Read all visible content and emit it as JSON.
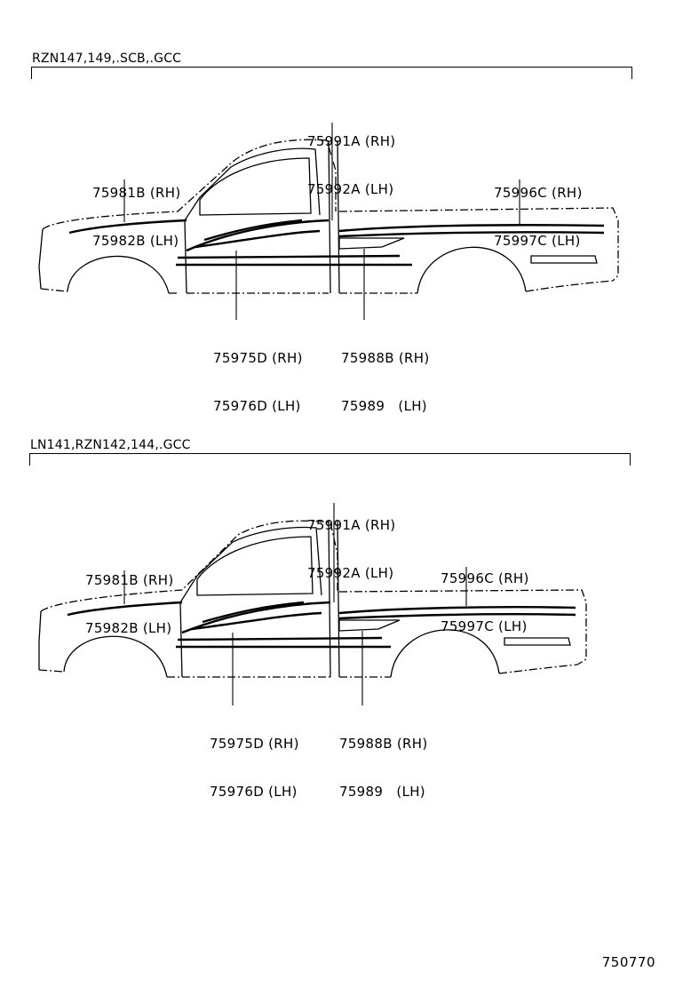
{
  "sections": [
    {
      "title": "RZN147,149,.SCB,.GCC",
      "callouts": {
        "pillar": [
          "75991A (RH)",
          "75992A (LH)"
        ],
        "hood": [
          "75981B (RH)",
          "75982B (LH)"
        ],
        "bed": [
          "75996C (RH)",
          "75997C (LH)"
        ],
        "door": [
          "75975D (RH)",
          "75976D (LH)"
        ],
        "rocker": [
          "75988B (RH)",
          "75989   (LH)"
        ]
      }
    },
    {
      "title": "LN141,RZN142,144,.GCC",
      "callouts": {
        "pillar": [
          "75991A (RH)",
          "75992A (LH)"
        ],
        "hood": [
          "75981B (RH)",
          "75982B (LH)"
        ],
        "bed": [
          "75996C (RH)",
          "75997C (LH)"
        ],
        "door": [
          "75975D (RH)",
          "75976D (LH)"
        ],
        "rocker": [
          "75988B (RH)",
          "75989   (LH)"
        ]
      }
    }
  ],
  "reference_number": "750770"
}
